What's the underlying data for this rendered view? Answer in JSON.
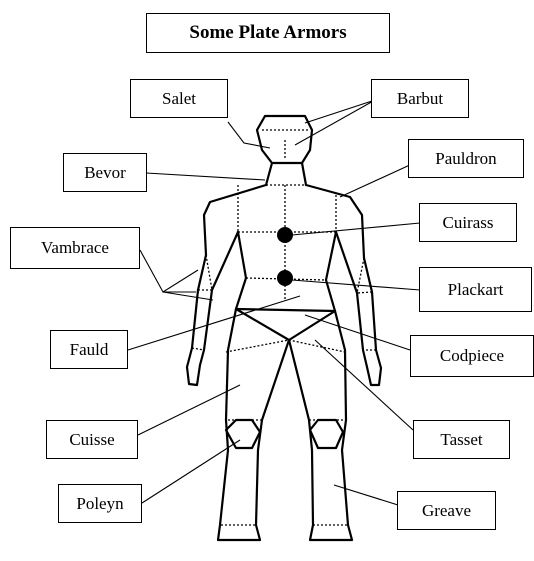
{
  "title": "Some Plate Armors",
  "labels": {
    "salet": "Salet",
    "barbut": "Barbut",
    "bevor": "Bevor",
    "pauldron": "Pauldron",
    "cuirass": "Cuirass",
    "vambrace": "Vambrace",
    "plackart": "Plackart",
    "fauld": "Fauld",
    "codpiece": "Codpiece",
    "cuisse": "Cuisse",
    "tasset": "Tasset",
    "poleyn": "Poleyn",
    "greave": "Greave"
  }
}
